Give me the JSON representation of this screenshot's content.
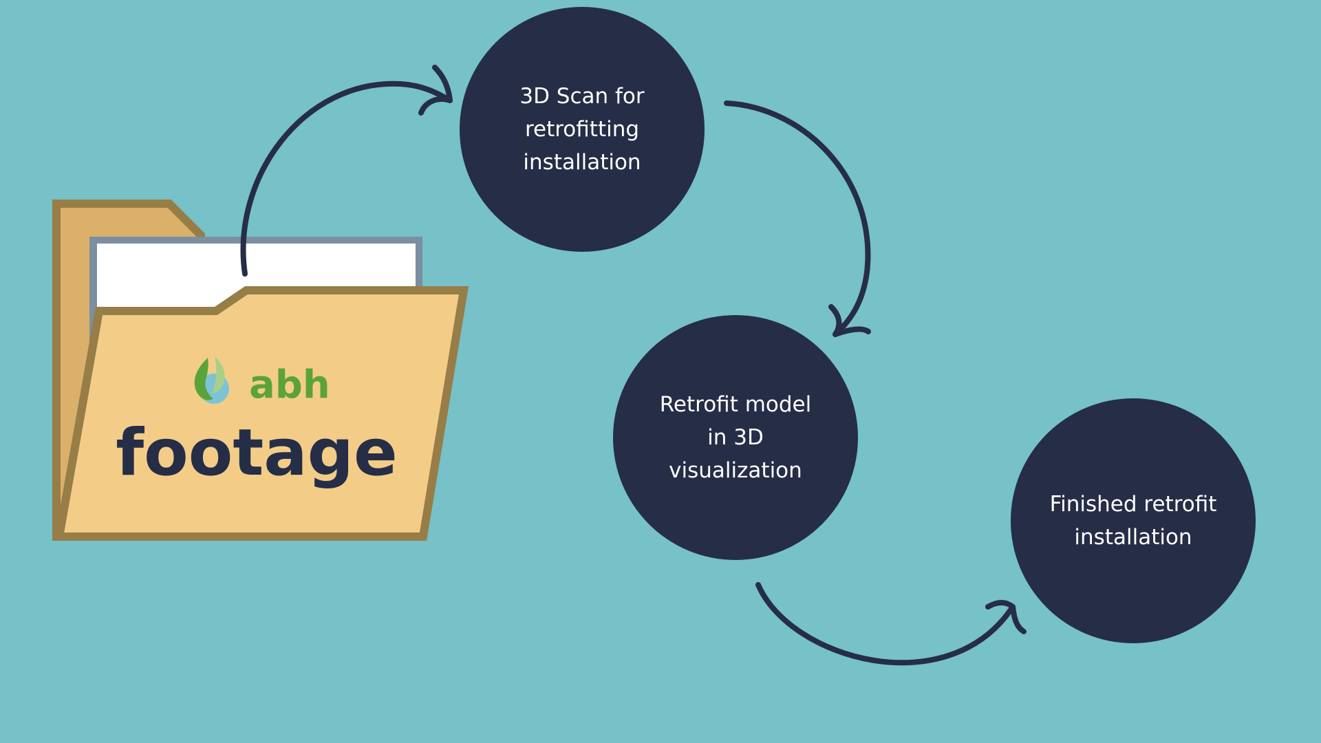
{
  "colors": {
    "background": "#77c1c9",
    "circle_fill": "#262d46",
    "arrow_stroke": "#262d46",
    "folder_back": "#dbb06a",
    "folder_front": "#f3cd88",
    "folder_outline": "#977d46",
    "paper": "#ffffff",
    "paper_outline": "#7b8fa0",
    "logo_green": "#5ba339",
    "logo_light_green": "#a8d08a",
    "logo_blue": "#7cc3d6",
    "title_text": "#262d46"
  },
  "folder": {
    "logo_text": "abh",
    "title": "footage"
  },
  "steps": [
    {
      "lines": [
        "3D Scan for",
        "retrofitting",
        "installation"
      ]
    },
    {
      "lines": [
        "Retrofit model",
        "in 3D",
        "visualization"
      ]
    },
    {
      "lines": [
        "Finished retrofit",
        "installation"
      ]
    }
  ],
  "icons": {
    "folder": "folder-icon",
    "logo": "droplet-logo-icon",
    "arrow": "curved-arrow-icon"
  }
}
